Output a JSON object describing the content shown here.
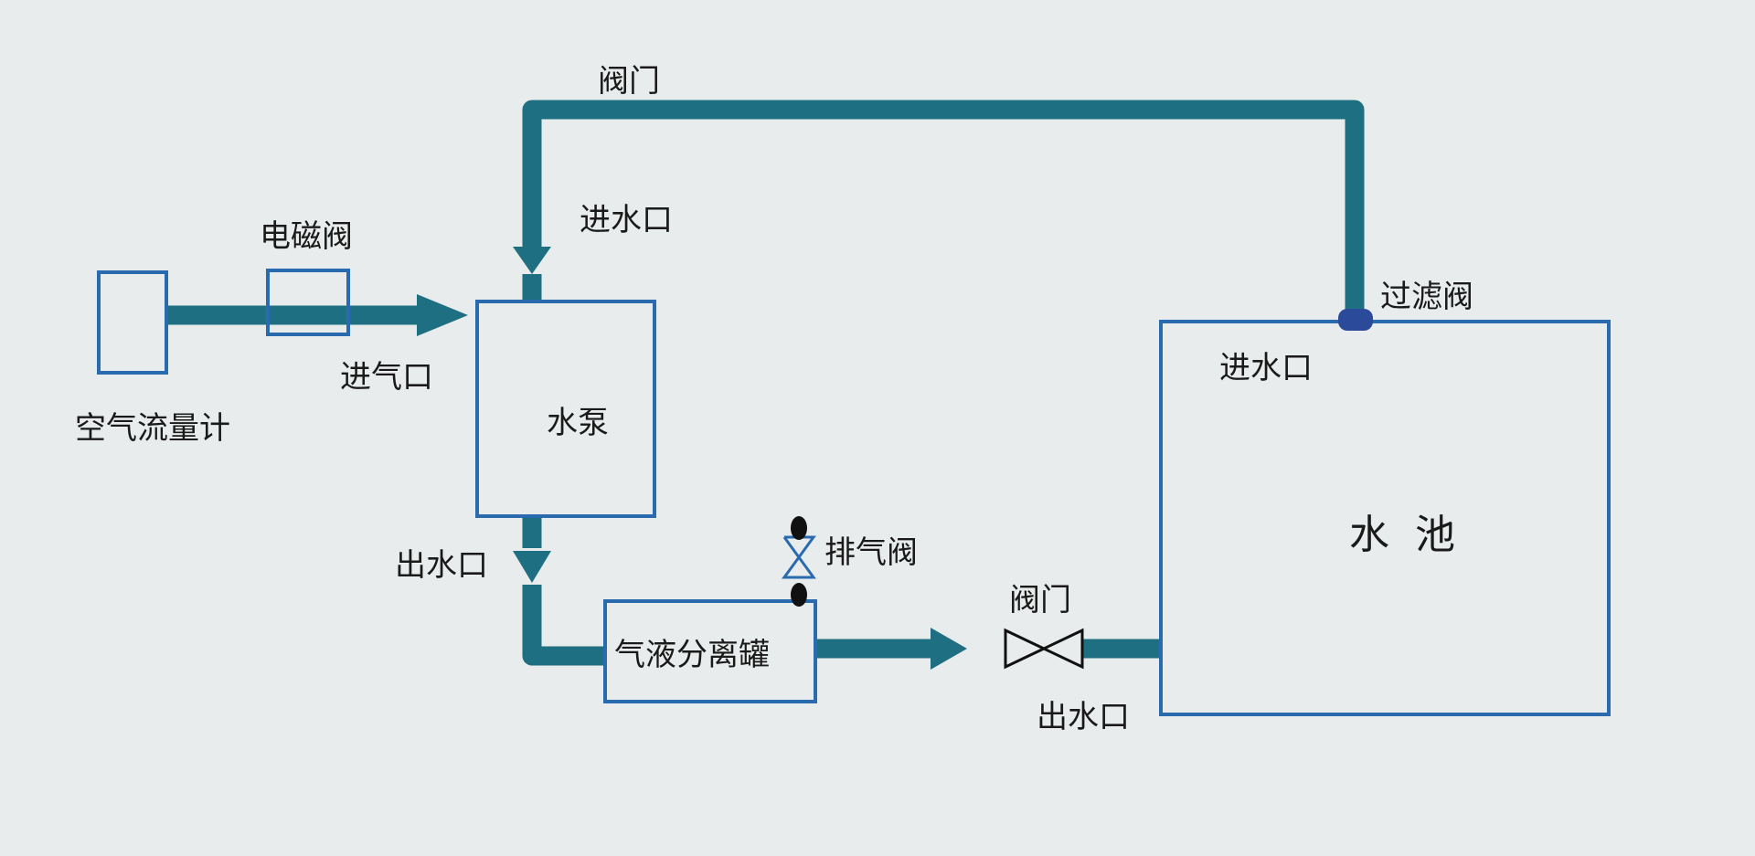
{
  "labels": {
    "top_valve": "阀门",
    "pump_inlet": "进水口",
    "solenoid_valve": "电磁阀",
    "air_inlet": "进气口",
    "air_flow_meter": "空气流量计",
    "pump": "水泵",
    "pump_outlet": "出水口",
    "vent_valve": "排气阀",
    "separator_tank": "气液分离罐",
    "outlet_valve": "阀门",
    "pool_outlet": "出水口",
    "filter_valve": "过滤阀",
    "pool_inlet": "进水口",
    "pool": "水  池"
  },
  "colors": {
    "pipe": "#1f6f82",
    "box_outline": "#2a6aae",
    "filter_valve": "#2b4a9a",
    "text": "#1a1a1a",
    "background": "#e9ecec"
  }
}
